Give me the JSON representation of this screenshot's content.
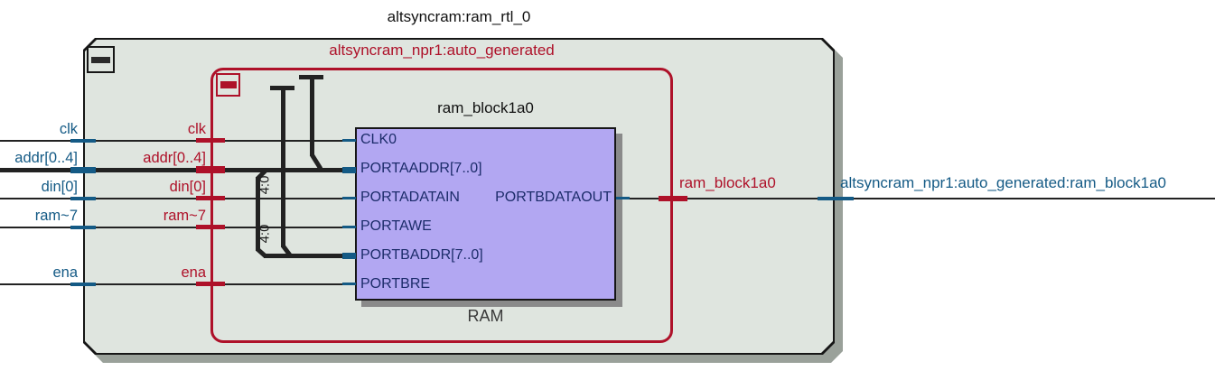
{
  "diagram": {
    "title": "altsyncram:ram_rtl_0",
    "instance": {
      "title": "altsyncram_npr1:auto_generated",
      "ram_block": {
        "title": "ram_block1a0",
        "type_label": "RAM",
        "input_ports": [
          "CLK0",
          "PORTAADDR[7..0]",
          "PORTADATAIN",
          "PORTAWE",
          "PORTBADDR[7..0]",
          "PORTBRE"
        ],
        "output_port": "PORTBDATAOUT",
        "output_label": "ram_block1a0"
      },
      "pins": [
        "clk",
        "addr[0..4]",
        "din[0]",
        "ram~7",
        "ena"
      ]
    },
    "external_pins": [
      "clk",
      "addr[0..4]",
      "din[0]",
      "ram~7",
      "ena"
    ],
    "output_net_label": "altsyncram_npr1:auto_generated:ram_block1a0",
    "bus_rip_labels": [
      "4:0",
      "4:0"
    ]
  },
  "icons": {
    "outer_collapse": "minus-icon",
    "inner_collapse": "minus-icon"
  },
  "colors": {
    "background": "#ffffff",
    "module_fill": "#dfe5df",
    "module_border": "#161616",
    "module_shadow": "#9aa19a",
    "instance_red": "#ae1129",
    "net_blue": "#145a85",
    "port_text_navy": "#1c2c6a",
    "block_fill": "#b2a7f2",
    "wire_black": "#222222"
  }
}
